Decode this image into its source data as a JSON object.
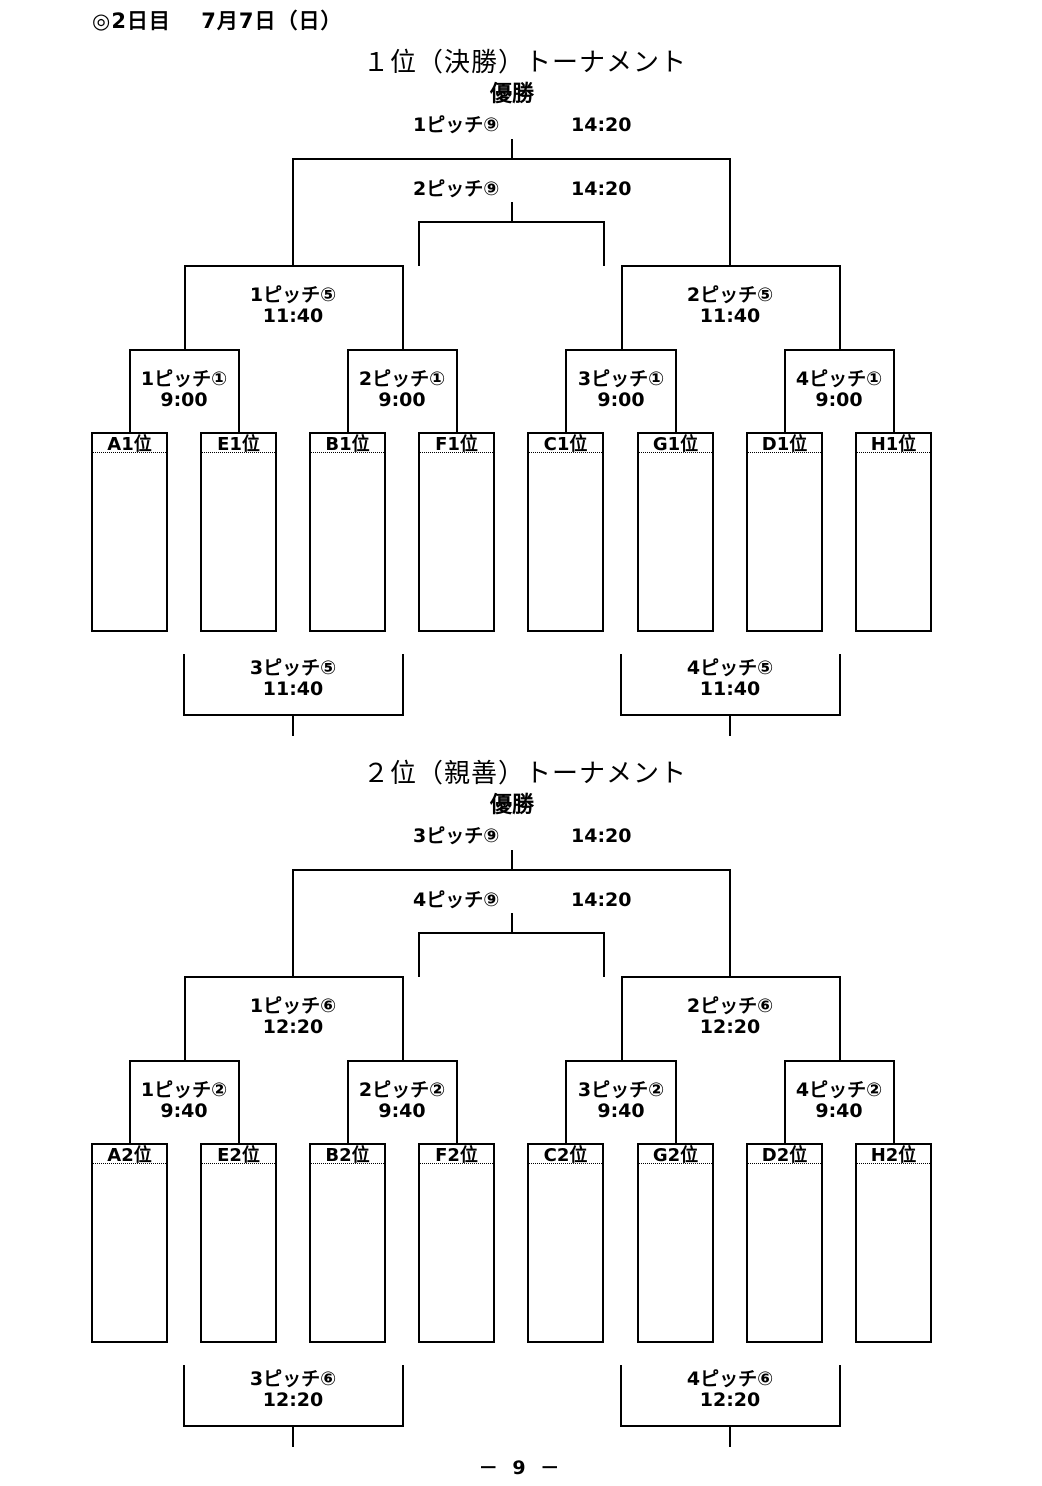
{
  "header": "◎2日目　 7月7日（日）",
  "page_number": "－ 9 －",
  "tournaments": [
    {
      "title": "１位（決勝）トーナメント",
      "champion": "優勝",
      "final": {
        "pitch": "1ピッチ⑨",
        "time": "14:20"
      },
      "third_place": {
        "pitch": "2ピッチ⑨",
        "time": "14:20"
      },
      "semis": [
        {
          "pitch": "1ピッチ⑤",
          "time": "11:40"
        },
        {
          "pitch": "2ピッチ⑤",
          "time": "11:40"
        }
      ],
      "quarters": [
        {
          "pitch": "1ピッチ①",
          "time": "9:00"
        },
        {
          "pitch": "2ピッチ①",
          "time": "9:00"
        },
        {
          "pitch": "3ピッチ①",
          "time": "9:00"
        },
        {
          "pitch": "4ピッチ①",
          "time": "9:00"
        }
      ],
      "teams": [
        "A1位",
        "E1位",
        "B1位",
        "F1位",
        "C1位",
        "G1位",
        "D1位",
        "H1位"
      ],
      "losers": [
        {
          "pitch": "3ピッチ⑤",
          "time": "11:40"
        },
        {
          "pitch": "4ピッチ⑤",
          "time": "11:40"
        }
      ]
    },
    {
      "title": "２位（親善）トーナメント",
      "champion": "優勝",
      "final": {
        "pitch": "3ピッチ⑨",
        "time": "14:20"
      },
      "third_place": {
        "pitch": "4ピッチ⑨",
        "time": "14:20"
      },
      "semis": [
        {
          "pitch": "1ピッチ⑥",
          "time": "12:20"
        },
        {
          "pitch": "2ピッチ⑥",
          "time": "12:20"
        }
      ],
      "quarters": [
        {
          "pitch": "1ピッチ②",
          "time": "9:40"
        },
        {
          "pitch": "2ピッチ②",
          "time": "9:40"
        },
        {
          "pitch": "3ピッチ②",
          "time": "9:40"
        },
        {
          "pitch": "4ピッチ②",
          "time": "9:40"
        }
      ],
      "teams": [
        "A2位",
        "E2位",
        "B2位",
        "F2位",
        "C2位",
        "G2位",
        "D2位",
        "H2位"
      ],
      "losers": [
        {
          "pitch": "3ピッチ⑥",
          "time": "12:20"
        },
        {
          "pitch": "4ピッチ⑥",
          "time": "12:20"
        }
      ]
    }
  ]
}
